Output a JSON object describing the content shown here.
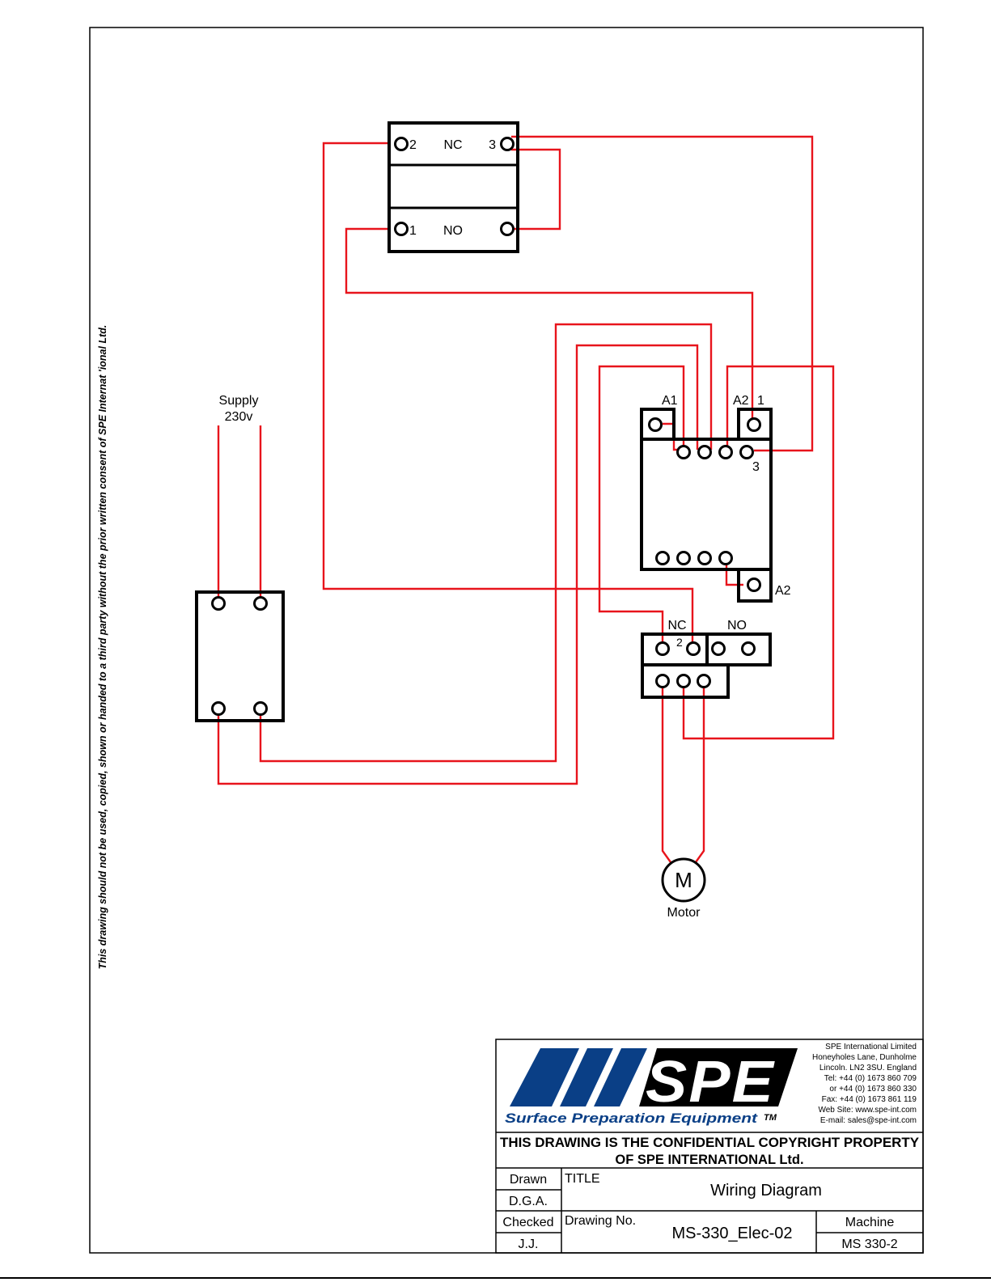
{
  "side_note": "This drawing should not be used, copied, shown or handed to a third party without the prior written consent of SPE Internat  'ional Ltd.",
  "colors": {
    "wire": "#e8141c",
    "ink": "#000000",
    "brand_blue": "#0a3f86"
  },
  "switch": {
    "t2": "2",
    "nc": "NC",
    "t3": "3",
    "t1": "1",
    "no": "NO"
  },
  "supply": {
    "line1": "Supply",
    "line2": "230v"
  },
  "contactor": {
    "a1": "A1",
    "a2_top": "A2",
    "t1": "1",
    "t3": "3",
    "a2_side": "A2"
  },
  "aux_block": {
    "nc": "NC",
    "no": "NO",
    "t2": "2"
  },
  "motor": {
    "symbol": "M",
    "label": "Motor"
  },
  "title_block": {
    "brand_letters": "SPE",
    "brand_tagline": "Surface Preparation Equipment",
    "tm": "TM",
    "company": [
      "SPE International Limited",
      "Honeyholes Lane, Dunholme",
      "Lincoln. LN2 3SU. England",
      "Tel: +44 (0) 1673 860 709",
      "or +44 (0) 1673 860 330",
      "Fax: +44 (0) 1673 861 119",
      "Web Site: www.spe-int.com",
      "E-mail: sales@spe-int.com"
    ],
    "copyright_line1": "THIS DRAWING IS THE CONFIDENTIAL COPYRIGHT PROPERTY",
    "copyright_line2": "OF SPE INTERNATIONAL Ltd.",
    "drawn_label": "Drawn",
    "drawn_value": "D.G.A.",
    "checked_label": "Checked",
    "checked_value": "J.J.",
    "title_label": "TITLE",
    "title_value": "Wiring Diagram",
    "drawing_no_label": "Drawing No.",
    "drawing_no_value": "MS-330_Elec-02",
    "machine_label": "Machine",
    "machine_value": "MS 330-2"
  }
}
